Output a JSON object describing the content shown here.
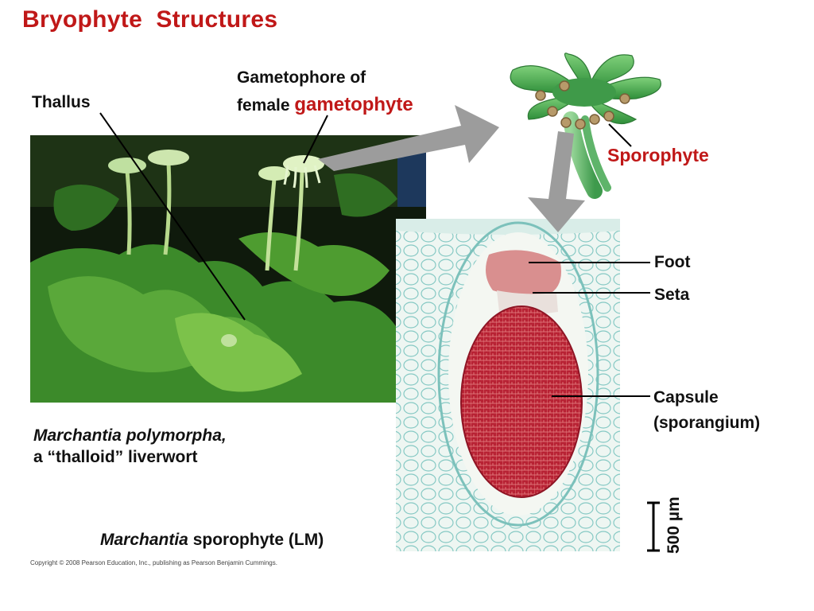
{
  "title": "Bryophyte  Structures",
  "labels": {
    "thallus": "Thallus",
    "gametophore_line1": "Gametophore of",
    "gametophore_line2_prefix": "female ",
    "gametophore_line2_highlight": "gametophyte",
    "sporophyte": "Sporophyte",
    "foot": "Foot",
    "seta": "Seta",
    "capsule_line1": "Capsule",
    "capsule_line2": "(sporangium)",
    "scale_bar": "500 µm"
  },
  "captions": {
    "photo_line1": "Marchantia polymorpha,",
    "photo_line2": "a “thalloid” liverwort",
    "lm_italic": "Marchantia",
    "lm_rest": " sporophyte (LM)"
  },
  "copyright": "Copyright © 2008 Pearson Education, Inc., publishing as Pearson Benjamin Cummings.",
  "colors": {
    "accent_red": "#c01818",
    "arrow_gray": "#9c9c9c"
  }
}
